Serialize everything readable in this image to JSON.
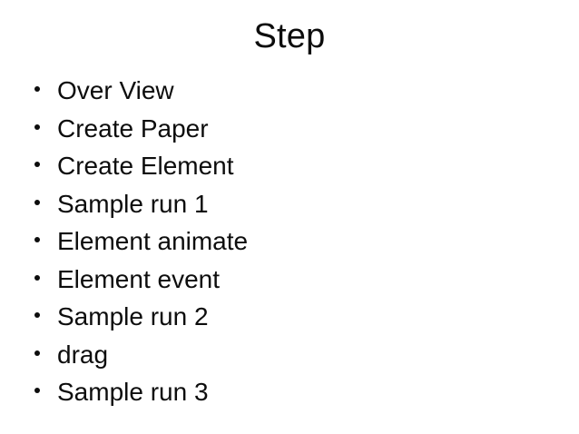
{
  "slide": {
    "title": "Step",
    "background_color": "#ffffff",
    "text_color": "#0d0d0d",
    "bullet_glyph": "bullet-dot",
    "items": [
      {
        "label": "Over View"
      },
      {
        "label": "Create Paper"
      },
      {
        "label": "Create Element"
      },
      {
        "label": "Sample run 1"
      },
      {
        "label": "Element animate"
      },
      {
        "label": "Element event"
      },
      {
        "label": "Sample run 2"
      },
      {
        "label": "drag"
      },
      {
        "label": "Sample run 3"
      }
    ]
  }
}
